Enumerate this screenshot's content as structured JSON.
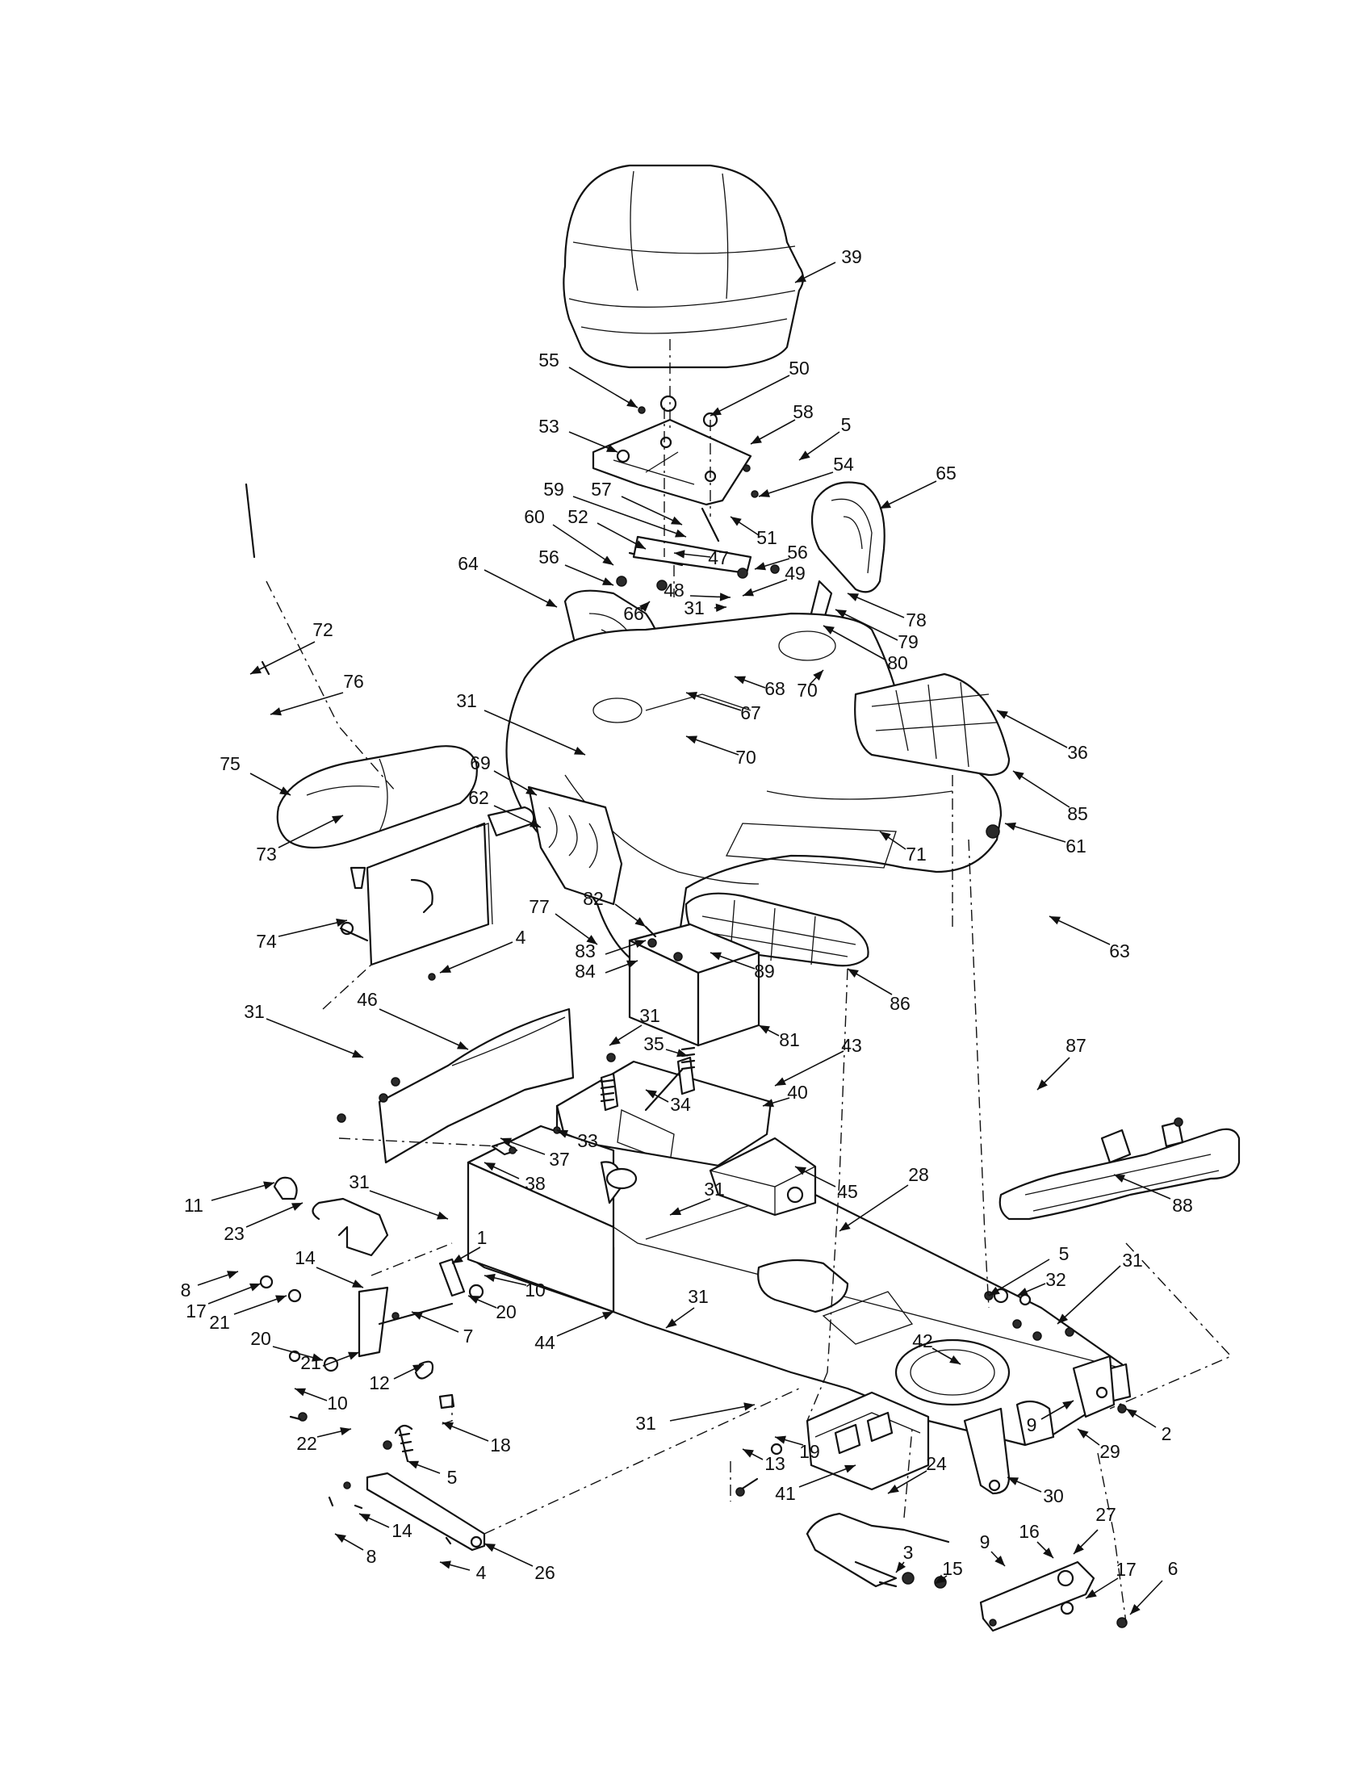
{
  "callouts": [
    {
      "label": "39"
    },
    {
      "label": "55"
    },
    {
      "label": "50"
    },
    {
      "label": "53"
    },
    {
      "label": "58"
    },
    {
      "label": "5"
    },
    {
      "label": "54"
    },
    {
      "label": "65"
    },
    {
      "label": "59"
    },
    {
      "label": "57"
    },
    {
      "label": "51"
    },
    {
      "label": "52"
    },
    {
      "label": "60"
    },
    {
      "label": "47"
    },
    {
      "label": "56"
    },
    {
      "label": "56"
    },
    {
      "label": "49"
    },
    {
      "label": "48"
    },
    {
      "label": "64"
    },
    {
      "label": "66"
    },
    {
      "label": "31"
    },
    {
      "label": "78"
    },
    {
      "label": "79"
    },
    {
      "label": "80"
    },
    {
      "label": "72"
    },
    {
      "label": "76"
    },
    {
      "label": "31"
    },
    {
      "label": "68"
    },
    {
      "label": "70"
    },
    {
      "label": "67"
    },
    {
      "label": "36"
    },
    {
      "label": "70"
    },
    {
      "label": "75"
    },
    {
      "label": "69"
    },
    {
      "label": "62"
    },
    {
      "label": "85"
    },
    {
      "label": "73"
    },
    {
      "label": "61"
    },
    {
      "label": "71"
    },
    {
      "label": "82"
    },
    {
      "label": "77"
    },
    {
      "label": "74"
    },
    {
      "label": "4"
    },
    {
      "label": "63"
    },
    {
      "label": "83"
    },
    {
      "label": "84"
    },
    {
      "label": "89"
    },
    {
      "label": "86"
    },
    {
      "label": "46"
    },
    {
      "label": "31"
    },
    {
      "label": "81"
    },
    {
      "label": "31"
    },
    {
      "label": "35"
    },
    {
      "label": "43"
    },
    {
      "label": "87"
    },
    {
      "label": "40"
    },
    {
      "label": "34"
    },
    {
      "label": "33"
    },
    {
      "label": "37"
    },
    {
      "label": "38"
    },
    {
      "label": "45"
    },
    {
      "label": "11"
    },
    {
      "label": "31"
    },
    {
      "label": "31"
    },
    {
      "label": "28"
    },
    {
      "label": "88"
    },
    {
      "label": "23"
    },
    {
      "label": "1"
    },
    {
      "label": "14"
    },
    {
      "label": "10"
    },
    {
      "label": "8"
    },
    {
      "label": "17"
    },
    {
      "label": "21"
    },
    {
      "label": "20"
    },
    {
      "label": "20"
    },
    {
      "label": "7"
    },
    {
      "label": "21"
    },
    {
      "label": "44"
    },
    {
      "label": "31"
    },
    {
      "label": "5"
    },
    {
      "label": "31"
    },
    {
      "label": "32"
    },
    {
      "label": "42"
    },
    {
      "label": "12"
    },
    {
      "label": "10"
    },
    {
      "label": "31"
    },
    {
      "label": "22"
    },
    {
      "label": "18"
    },
    {
      "label": "5"
    },
    {
      "label": "13"
    },
    {
      "label": "19"
    },
    {
      "label": "9"
    },
    {
      "label": "2"
    },
    {
      "label": "29"
    },
    {
      "label": "41"
    },
    {
      "label": "24"
    },
    {
      "label": "30"
    },
    {
      "label": "14"
    },
    {
      "label": "8"
    },
    {
      "label": "4"
    },
    {
      "label": "26"
    },
    {
      "label": "3"
    },
    {
      "label": "15"
    },
    {
      "label": "16"
    },
    {
      "label": "9"
    },
    {
      "label": "27"
    },
    {
      "label": "17"
    },
    {
      "label": "6"
    }
  ]
}
